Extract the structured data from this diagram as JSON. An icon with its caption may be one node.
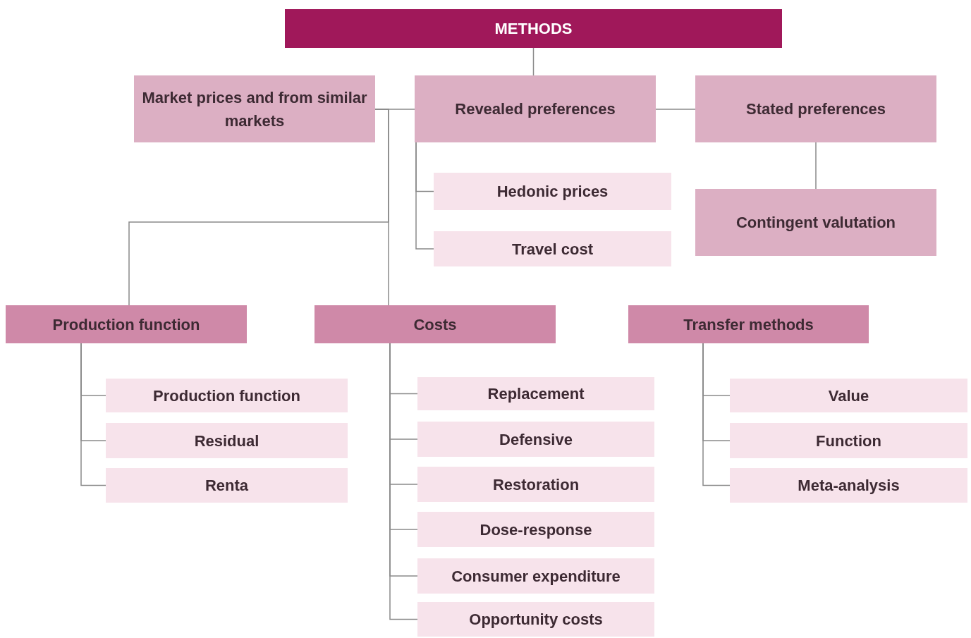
{
  "diagram": {
    "nodes": [
      {
        "text": [
          "METHODS"
        ]
      },
      {
        "text": [
          "Market prices and from similar markets"
        ]
      },
      {
        "text": [
          "Revealed preferences"
        ]
      },
      {
        "text": [
          "Stated preferences"
        ]
      },
      {
        "text": [
          "Hedonic prices"
        ]
      },
      {
        "text": [
          "Travel cost"
        ]
      },
      {
        "text": [
          "Contingent valutation"
        ]
      },
      {
        "text": [
          "Production function"
        ]
      },
      {
        "text": [
          "Costs"
        ]
      },
      {
        "text": [
          "Transfer methods"
        ]
      },
      {
        "text": [
          "Production function"
        ]
      },
      {
        "text": [
          "Residual"
        ]
      },
      {
        "text": [
          "Renta"
        ]
      },
      {
        "text": [
          "Replacement"
        ]
      },
      {
        "text": [
          "Defensive"
        ]
      },
      {
        "text": [
          "Restoration"
        ]
      },
      {
        "text": [
          "Dose-response"
        ]
      },
      {
        "text": [
          "Consumer expenditure"
        ]
      },
      {
        "text": [
          "Opportunity costs"
        ]
      },
      {
        "text": [
          "Value"
        ]
      },
      {
        "text": [
          "Function"
        ]
      },
      {
        "text": [
          "Meta-analysis"
        ]
      }
    ],
    "edges": [
      {
        "from": 0,
        "to": 2,
        "arrow": "none"
      },
      {
        "from": 1,
        "to": 2,
        "arrow": "none"
      },
      {
        "from": 2,
        "to": 3,
        "arrow": "none"
      },
      {
        "from": 1,
        "to": 8,
        "arrow": "none"
      },
      {
        "from": 1,
        "to": 7,
        "arrow": "none"
      },
      {
        "from": 2,
        "to": 4,
        "arrow": "none"
      },
      {
        "from": 2,
        "to": 5,
        "arrow": "none"
      },
      {
        "from": 3,
        "to": 6,
        "arrow": "none"
      },
      {
        "from": 7,
        "to": 10,
        "arrow": "none"
      },
      {
        "from": 7,
        "to": 11,
        "arrow": "none"
      },
      {
        "from": 7,
        "to": 12,
        "arrow": "none"
      },
      {
        "from": 8,
        "to": 13,
        "arrow": "none"
      },
      {
        "from": 8,
        "to": 14,
        "arrow": "none"
      },
      {
        "from": 8,
        "to": 15,
        "arrow": "none"
      },
      {
        "from": 8,
        "to": 16,
        "arrow": "none"
      },
      {
        "from": 8,
        "to": 17,
        "arrow": "none"
      },
      {
        "from": 8,
        "to": 18,
        "arrow": "none"
      },
      {
        "from": 9,
        "to": 19,
        "arrow": "none"
      },
      {
        "from": 9,
        "to": 20,
        "arrow": "none"
      },
      {
        "from": 9,
        "to": 21,
        "arrow": "none"
      }
    ]
  }
}
